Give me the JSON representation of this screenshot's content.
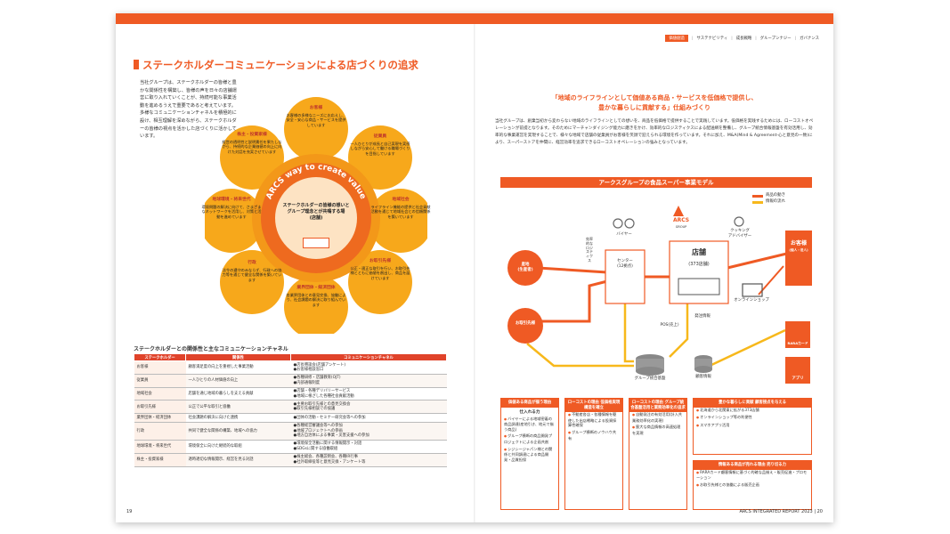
{
  "nav": [
    "価値創造",
    "サステナビリティ",
    "成長戦略",
    "グループシナジー",
    "ガバナンス"
  ],
  "left": {
    "title": "ステークホルダーコミュニケーションによる店づくりの追求",
    "intro": "当社グループは、ステークホルダーの皆様と豊かな関係性を構築し、皆様の声を日々の店舗運営に取り入れていくことが、持続可能な事業活動を進めるうえで重要であると考えています。多様なコミュニケーションチャネルを積極的に設け、相互理解を深めながら、ステークホルダーの皆様の視点を活かした店づくりに活かしています。",
    "flower": {
      "ring": "ARCS way to create value",
      "core": "ステークホルダーの皆様の想いとグループ理念とが共鳴する場",
      "core_sub": "(店舗)",
      "petals": [
        {
          "title": "お客様",
          "text": "お客様の多様なニーズにお応えし、安全・安心な商品・サービスを提供しています"
        },
        {
          "title": "従業員",
          "text": "一人ひとりが成長と自己実現を実感しながら安心して働ける職場づくりを目指しています"
        },
        {
          "title": "地域社会",
          "text": "ライフライン機能の提供と社会貢献活動を通じて地域社会との信頼関係を築いています"
        },
        {
          "title": "お取引先様",
          "text": "公正・適正な取引を行い、お取引先様とともに価値を創出し、商品を届けています"
        },
        {
          "title": "業界団体・経済団体",
          "text": "各業界団体との意見交換、協働により、社会課題の解決に取り組んでいます"
        },
        {
          "title": "行政",
          "text": "法令の遵守のみならず、行政への協力等を通じて健全な関係を築いています"
        },
        {
          "title": "地球環境・将来世代",
          "text": "環境問題の解決に向けて、さまざまなネットワークを活用し、対策と活動を進めています"
        },
        {
          "title": "株主・投資家様",
          "text": "経営の透明性と説明責任を果たしながら、持続的な企業価値の向上に向けた対話を充実させています"
        }
      ]
    },
    "table_title": "ステークホルダーとの関係性と主なコミュニケーションチャネル",
    "table_head": [
      "ステークホルダー",
      "関係性",
      "コミュニケーションチャネル"
    ],
    "table_rows": [
      [
        "お客様",
        "顧客満足度の向上を重視した事業活動",
        "●店長懇談会(店舗アンケート)\n●お客様相談窓口"
      ],
      [
        "従業員",
        "一人ひとりの人材価値の向上",
        "●各種研修・店舗教育(OJT)\n●内部通報制度"
      ],
      [
        "地域社会",
        "店舗を通じ地域の暮らしを支える貢献",
        "●店舗・各種デリバリーサービス\n●地域に根ざした各種社会貢献活動"
      ],
      [
        "お取引先様",
        "公正で公平な取引と協働",
        "●主要お取引先様との意見交換会\n●取引先様相談での協議"
      ],
      [
        "業界団体・経済団体",
        "社会課題の解決に向けた連携",
        "●団体の活動・セミナー研究会等への参加"
      ],
      [
        "行政",
        "共同で健全な関係の構築、地域への協力",
        "●各種経営審議会等への参加\n●地域プロジェクトへの参画\n●地方自治体による事業・災害支援への参加"
      ],
      [
        "地球環境・将来世代",
        "環境保全に向けた継続的な取組",
        "●環境保全活動に関する情報開示・対話\n●SDGsに関する協働取組"
      ],
      [
        "株主・投資家様",
        "適時適切な情報開示、経営を見る対話",
        "●株主総会、各種説明会、各種IR行事\n●社外取締役等と意見交換・アンケート等"
      ]
    ],
    "page_number": "19"
  },
  "right": {
    "headline_1": "「地域のライフラインとして価値ある商品・サービスを低価格で提供し、",
    "headline_2": "豊かな暮らしに貢献する」仕組みづくり",
    "body": "当社グループは、創業当初から変わらない地域のライフラインとしての想いを、商品を低価格で提供することで実践しています。低価格を実践するためには、ローコストオペレーションが前提となります。そのためにマーチャンダイジング能力に磨きをかけ、効率的なロジスティクスによる配送網を整備し、グループ統合情報基盤を有効活用し、効率的な事業運営を実現することで、様々な地域で店舗の従業員がお客様を笑顔で迎えられる環境を作っています。それに加え、M&A(Mind & Agreement-心と意見の一致)により、スーパーストアを仲間に、経営効率を追求できるローコストオペレーションの強みとなっています。",
    "model_title": "アークスグループの食品スーパー事業モデル",
    "model": {
      "legend_goods": "商品の動き",
      "legend_info": "情報の流れ",
      "origin": "産地",
      "origin_sub": "(生産者)",
      "supplier": "お取引先様",
      "buyer": "バイヤー",
      "logo": "ARCS",
      "logo_sub": "GROUP",
      "cooking": "クッキング",
      "cooking_sub": "アドバイザー",
      "center": "センター",
      "center_sub": "(12拠点)",
      "store": "店舗",
      "store_sub": "(373店舗)",
      "logistics": "効率的なロジスティクス",
      "online": "オンラインショップ",
      "customer": "お客様",
      "customer_sub": "(個人・法人)",
      "rara": "RARAカード",
      "app": "アプリ",
      "order": "発注情報",
      "pos": "POS(売上)",
      "db_group": "グループ統合基盤",
      "db_customer": "顧客情報"
    },
    "boxes": [
      {
        "head": "価値ある商品が揃う理由",
        "sub": "仕入れる力",
        "items": [
          "バイヤーによる地域密着の商品調達(産地引き、地元で揃う商品)",
          "グループ横断の商品開発プロジェクトによる企画共創",
          "シジシージャパン様との関係と共同調達による商品開発・品質担保"
        ]
      },
      {
        "head": "ローコストの理由 低価格実現構造を確立",
        "sub": "",
        "items": [
          "不動産各店・各種情報を駆使した出店戦略による投資採算性確保",
          "グループ横断のノウハウ共有"
        ]
      },
      {
        "head": "ローコストの理由 グループ統合基盤活用と業務効率化の追求",
        "sub": "",
        "items": [
          "自動発注の有効活用(計入共業務効率化の実現)",
          "膨大な商品情報の高速処理を実現"
        ]
      },
      {
        "head": "豊かな暮らしに貢献 顧客接点を与える",
        "sub": "",
        "items": [
          "北海道から北関東に拡がる373店舗",
          "オンラインショップ等の利便性",
          "スマホアプリ活用"
        ]
      },
      {
        "head": "情報ある商品が売れる理由 売り切る力",
        "sub": "",
        "items": [
          "RARAカード顧客情報に基づく的確な品揃え・販売促進・プロモーション",
          "お取引先様との協働による販売企画"
        ]
      }
    ],
    "page_footer": "ARCS INTEGRATED REPORT 2023",
    "page_number": "20"
  },
  "colors": {
    "accent": "#ef5a24",
    "petal": "#f7a81b",
    "core": "#fde3c3"
  }
}
